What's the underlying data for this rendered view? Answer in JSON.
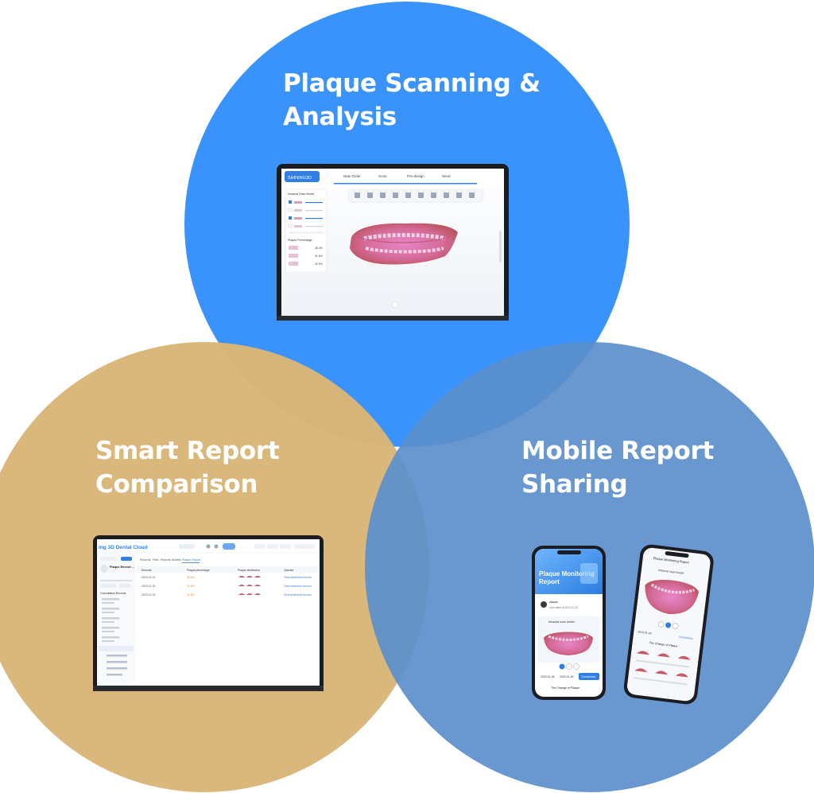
{
  "circles": [
    {
      "id": "plaque-scanning",
      "title_lines": [
        "Plaque Scanning &",
        "Analysis"
      ],
      "fill": "#3a93fb"
    },
    {
      "id": "smart-report",
      "title_lines": [
        "Smart Report",
        "Comparison"
      ],
      "fill": "#d9b678"
    },
    {
      "id": "mobile-report",
      "title_lines": [
        "Mobile Report",
        "Sharing"
      ],
      "fill": "#5b8fcb"
    }
  ],
  "laptop_scan": {
    "brand": "SHINING3D",
    "steps": [
      "New Order",
      "Scan",
      "Pre-design",
      "Send"
    ],
    "panel_title": "Intraoral Scan Model",
    "percent_title": "Plaque Percentage",
    "percents": [
      "38.3%",
      "41.6%",
      "32.9%"
    ]
  },
  "laptop_report": {
    "app_title": "ing 3D Dental Cloud",
    "patient": "Plaque Record ...",
    "section": "Consultation Records",
    "tabs": [
      "Records",
      "Files",
      "Reports",
      "Models",
      "Plaque Report"
    ],
    "columns": [
      "Records",
      "Plaque percentage",
      "Plaque distribution",
      "Operate"
    ],
    "rows": [
      {
        "date": "2023-01-31",
        "pct": "38.3%",
        "link": "View treatment records"
      },
      {
        "date": "2023-01-30",
        "pct": "41.6%",
        "link": "View treatment records"
      },
      {
        "date": "2023-01-29",
        "pct": "32.9%",
        "link": "View treatment records"
      }
    ]
  },
  "phone_left": {
    "title_lines": [
      "Plaque Monitoring",
      "Report"
    ],
    "user": "plaque",
    "generated": "Generated at 2023-01-30",
    "model_label": "Intraoral scan model",
    "date_a": "2023-01-28",
    "date_b": "2023-01-30",
    "compare_btn": "Comparison",
    "change_label": "The Change of Plaque"
  },
  "phone_right": {
    "title": "Plaque Monitoring Report",
    "model_label": "Intraoral scan model",
    "date_a": "2023-01-28",
    "compare_btn": "Comparison",
    "change_label": "The Change of Plaque"
  }
}
